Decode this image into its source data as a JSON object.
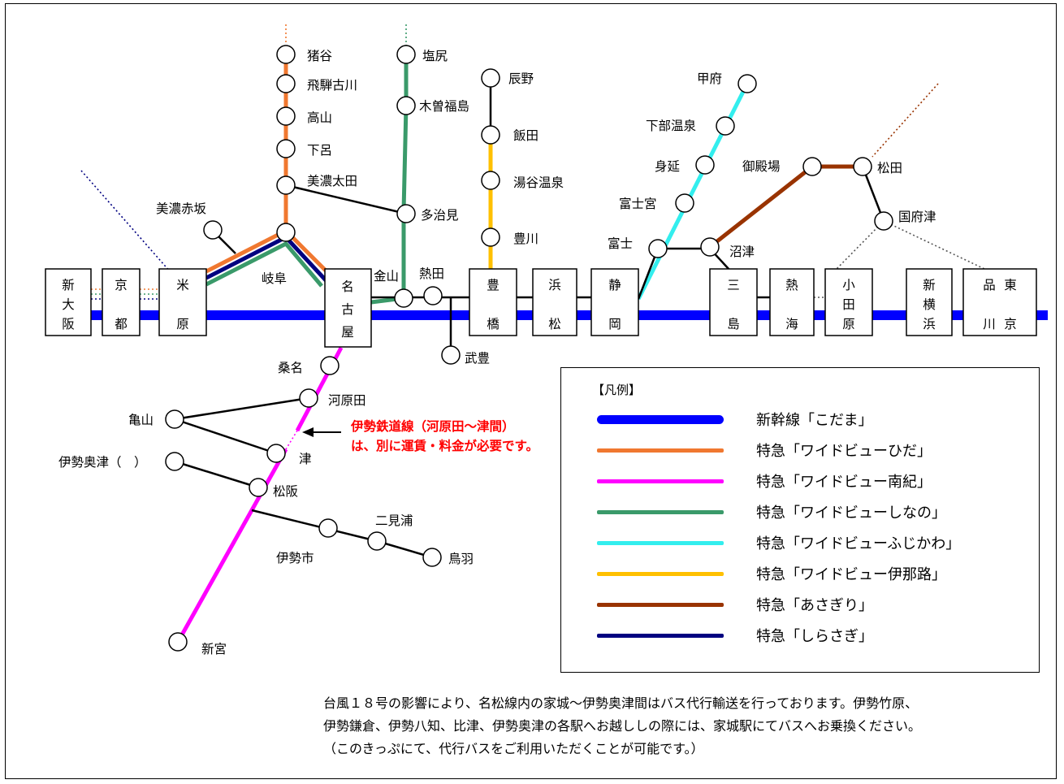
{
  "legend": {
    "title": "【凡例】",
    "items": [
      {
        "label": "新幹線「こだま」",
        "color": "#0000ff",
        "width": 12
      },
      {
        "label": "特急「ワイドビューひだ」",
        "color": "#f07830",
        "width": 5
      },
      {
        "label": "特急「ワイドビュー南紀」",
        "color": "#ff00ff",
        "width": 5
      },
      {
        "label": "特急「ワイドビューしなの」",
        "color": "#3a9a6a",
        "width": 5
      },
      {
        "label": "特急「ワイドビューふじかわ」",
        "color": "#33eeee",
        "width": 5
      },
      {
        "label": "特急「ワイドビュー伊那路」",
        "color": "#ffc000",
        "width": 5
      },
      {
        "label": "特急「あさぎり」",
        "color": "#993300",
        "width": 5
      },
      {
        "label": "特急「しらさぎ」",
        "color": "#000080",
        "width": 5
      }
    ]
  },
  "note": {
    "line1": "伊勢鉄道線（河原田～津間）",
    "line2": "は、別に運賃・料金が必要です。"
  },
  "notice": {
    "line1": "台風１８号の影響により、名松線内の家城～伊勢奥津間はバス代行輸送を行っております。伊勢竹原、",
    "line2": "伊勢鎌倉、伊勢八知、比津、伊勢奥津の各駅へお越ししの際には、家城駅にてバスへお乗換ください。",
    "line3": "（このきっぷにて、代行バスをご利用いただくことが可能です。）"
  },
  "boxes": {
    "shinosaka": [
      "新",
      "大",
      "阪"
    ],
    "kyoto": [
      "京",
      "都"
    ],
    "maibara": [
      "米",
      "原"
    ],
    "nagoya": [
      "名",
      "古",
      "屋"
    ],
    "toyohashi": [
      "豊",
      "橋"
    ],
    "hamamatsu": [
      "浜",
      "松"
    ],
    "shizuoka": [
      "静",
      "岡"
    ],
    "mishima": [
      "三",
      "島"
    ],
    "atami": [
      "熱",
      "海"
    ],
    "odawara": [
      "小",
      "田",
      "原"
    ],
    "shinyokohama": [
      "新",
      "横",
      "浜"
    ],
    "tokyo_col1": [
      "東",
      "京"
    ],
    "tokyo_col2": [
      "品",
      "川"
    ]
  },
  "stations": {
    "inotani": "猪谷",
    "hidafurukawa": "飛騨古川",
    "takayama": "高山",
    "gero": "下呂",
    "minoota": "美濃太田",
    "minoakasaka": "美濃赤坂",
    "gifu": "岐阜",
    "shiojiri": "塩尻",
    "kisofukushima": "木曽福島",
    "tajimi": "多治見",
    "tatsuno": "辰野",
    "iida": "飯田",
    "yuyaonsen": "湯谷温泉",
    "toyokawa": "豊川",
    "kanayama": "金山",
    "atsuta": "熱田",
    "taketoyo": "武豊",
    "kofu": "甲府",
    "shimobeonsen": "下部温泉",
    "minobu": "身延",
    "fujinomiya": "富士宮",
    "fuji": "富士",
    "numazu": "沼津",
    "gotemba": "御殿場",
    "matsuda": "松田",
    "kozu": "国府津",
    "kuwana": "桑名",
    "kawarada": "河原田",
    "kameyama": "亀山",
    "tsu": "津",
    "iseokitsu": "伊勢奥津（　）",
    "matsusaka": "松阪",
    "futaminoura": "二見浦",
    "iseshi": "伊勢市",
    "toba": "鳥羽",
    "shingu": "新宮"
  }
}
